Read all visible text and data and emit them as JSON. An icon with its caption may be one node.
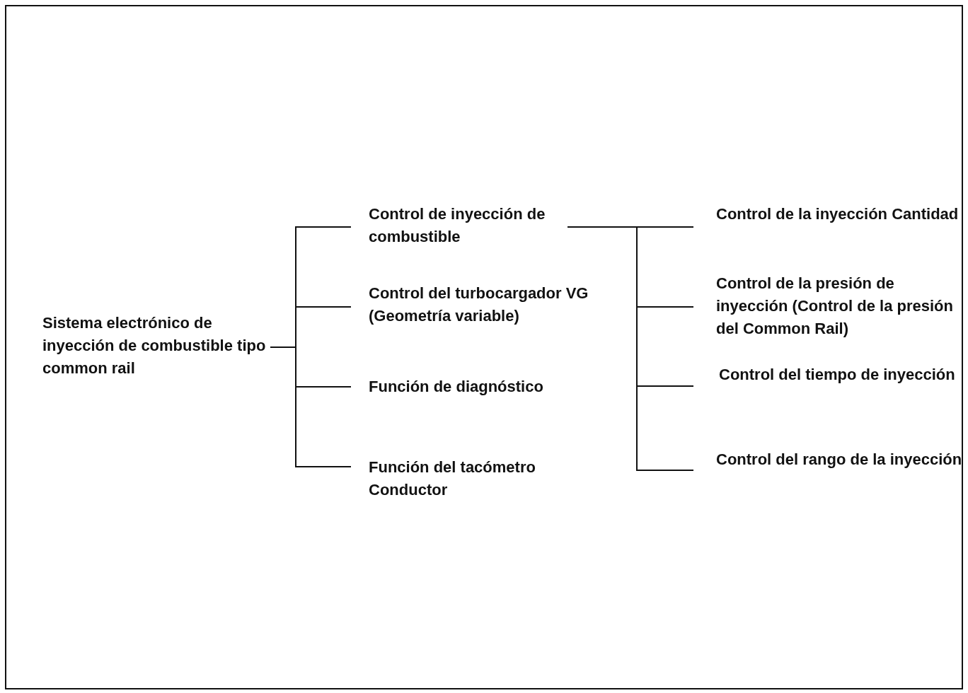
{
  "diagram": {
    "nodes": [
      {
        "text": [
          "Sistema electrónico de inyección de combustible tipo common rail"
        ]
      },
      {
        "text": [
          "Control de inyección de combustible"
        ]
      },
      {
        "text": [
          "Control del turbocargador VG (Geometría variable)"
        ]
      },
      {
        "text": [
          "Función de diagnóstico"
        ]
      },
      {
        "text": [
          "Función del tacómetro Conductor"
        ]
      },
      {
        "text": [
          "Control de la inyección Cantidad"
        ]
      },
      {
        "text": [
          "Control de la presión de inyección (Control de la presión del Common Rail)"
        ]
      },
      {
        "text": [
          "Control del tiempo de inyección"
        ]
      },
      {
        "text": [
          "Control del rango de la inyección"
        ]
      }
    ],
    "edges": [
      {
        "from": 0,
        "to": 1,
        "arrow": "none"
      },
      {
        "from": 0,
        "to": 2,
        "arrow": "none"
      },
      {
        "from": 0,
        "to": 3,
        "arrow": "none"
      },
      {
        "from": 0,
        "to": 4,
        "arrow": "none"
      },
      {
        "from": 1,
        "to": 5,
        "arrow": "none"
      },
      {
        "from": 1,
        "to": 6,
        "arrow": "none"
      },
      {
        "from": 1,
        "to": 7,
        "arrow": "none"
      },
      {
        "from": 1,
        "to": 8,
        "arrow": "none"
      }
    ]
  }
}
